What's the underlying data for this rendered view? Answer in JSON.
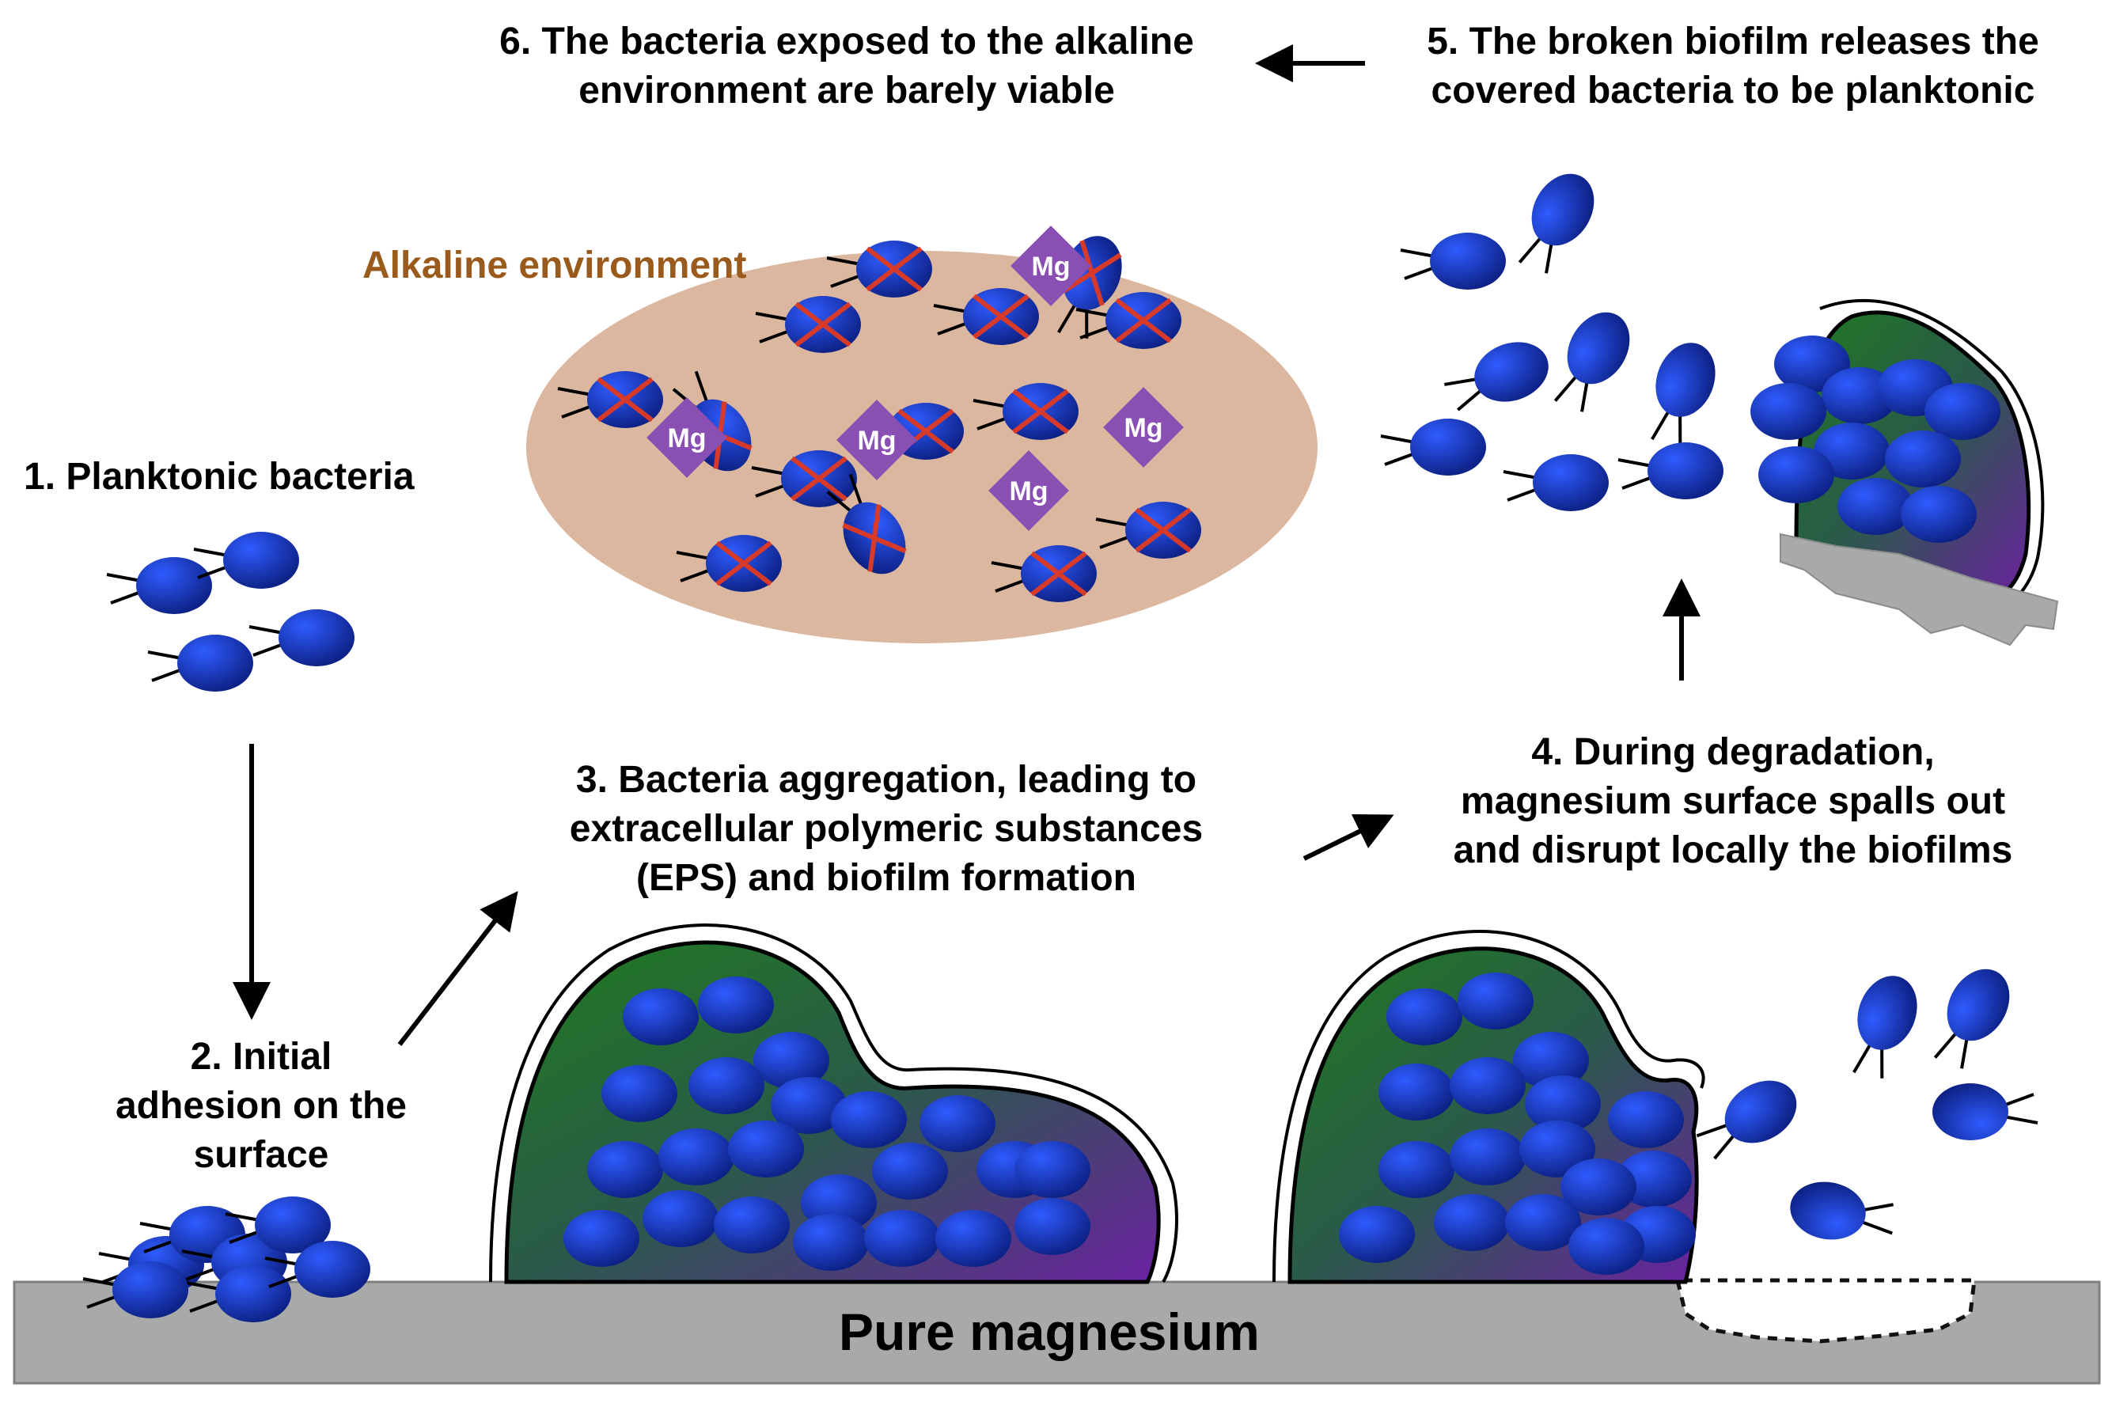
{
  "steps": {
    "step1": "1. Planktonic bacteria",
    "step2": "2. Initial\nadhesion on the\nsurface",
    "step3": "3. Bacteria aggregation, leading to\nextracellular polymeric substances\n(EPS) and biofilm formation",
    "step4": "4. During degradation,\nmagnesium surface spalls out\nand disrupt locally the biofilms",
    "step5": "5. The broken biofilm releases the\ncovered bacteria to be planktonic",
    "step6": "6. The bacteria exposed to the alkaline\nenvironment are barely viable"
  },
  "alkaline_label": "Alkaline environment",
  "substrate_label": "Pure magnesium",
  "mg_label": "Mg",
  "colors": {
    "bacteria_dark": "#0a1c7a",
    "bacteria_light": "#2f5cff",
    "biofilm_green": "#1f7a1f",
    "biofilm_purple": "#6a22a0",
    "alkaline_fill": "#dcb79f",
    "alkaline_text": "#9a5a1c",
    "mg_diamond": "#8a4fb3",
    "substrate": "#a8aaaa",
    "cross": "#d83a2a"
  }
}
